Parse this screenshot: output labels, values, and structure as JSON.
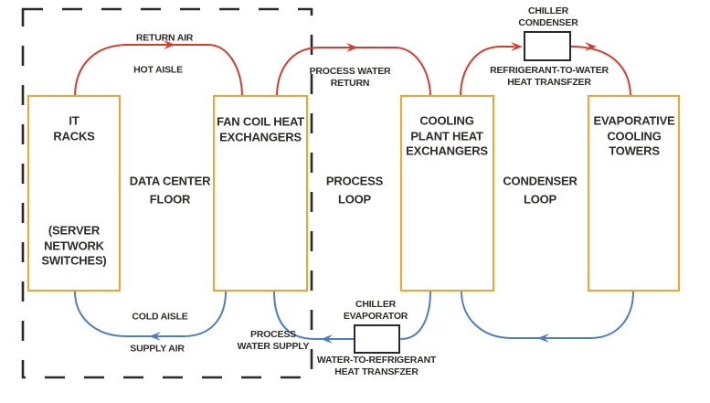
{
  "colors": {
    "component_box_border": "#f2a42e",
    "hot_flow_red": "#d23e2e",
    "cold_flow_blue": "#4e7ec0",
    "chiller_box_border": "#2b2927",
    "dashed_boundary": "#2b2927",
    "text": "#2e2b29",
    "background": "#ffffff"
  },
  "boxes": {
    "it_racks": {
      "top_lines": [
        "IT",
        "RACKS"
      ],
      "bottom_lines": [
        "(SERVER",
        "NETWORK",
        "SWITCHES)"
      ]
    },
    "fan_coil": {
      "lines": [
        "FAN COIL HEAT",
        "EXCHANGERS"
      ]
    },
    "cooling_plant": {
      "lines": [
        "COOLING",
        "PLANT HEAT",
        "EXCHANGERS"
      ]
    },
    "evaporative": {
      "lines": [
        "EVAPORATIVE",
        "COOLING",
        "TOWERS"
      ]
    }
  },
  "chillers": {
    "condenser": {
      "label": [
        "CHILLER",
        "CONDENSER"
      ],
      "sublabel": [
        "REFRIGERANT-TO-WATER",
        "HEAT TRANSFZER"
      ]
    },
    "evaporator": {
      "label": [
        "CHILLER",
        "EVAPORATOR"
      ],
      "sublabel": [
        "WATER-TO-REFRIGERANT",
        "HEAT TRANSFZER"
      ]
    }
  },
  "zones": {
    "data_center_floor": [
      "DATA CENTER",
      "FLOOR"
    ],
    "process_loop": [
      "PROCESS",
      "LOOP"
    ],
    "condenser_loop": [
      "CONDENSER",
      "LOOP"
    ]
  },
  "flow_labels": {
    "return_air": "RETURN AIR",
    "hot_aisle": "HOT AISLE",
    "process_water_return": [
      "PROCESS WATER",
      "RETURN"
    ],
    "cold_aisle": "COLD AISLE",
    "supply_air": "SUPPLY AIR",
    "process_water_supply": [
      "PROCESS",
      "WATER SUPPLY"
    ]
  }
}
